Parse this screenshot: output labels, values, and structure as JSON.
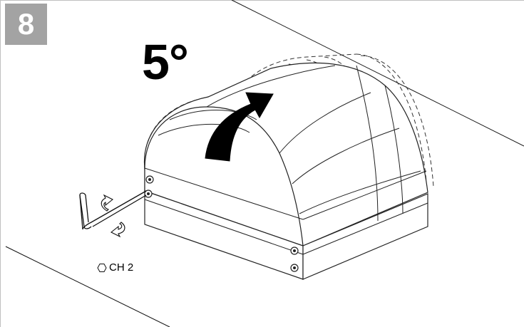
{
  "step": {
    "number": "8"
  },
  "rotation": {
    "angle_label": "5°"
  },
  "tool": {
    "icon": "hex-key-icon",
    "label": "CH 2"
  },
  "colors": {
    "badge": "#a3a3a3",
    "ink": "#000000",
    "line": "#333333",
    "background": "#ffffff"
  }
}
